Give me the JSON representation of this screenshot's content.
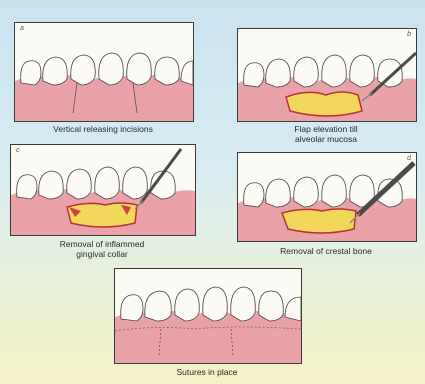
{
  "panels": [
    {
      "letter": "a",
      "caption": "Vertical releasing incisions"
    },
    {
      "letter": "b",
      "caption_line1": "Flap elevation till",
      "caption_line2": "alveolar mucosa"
    },
    {
      "letter": "c",
      "caption_line1": "Removal of inflammed",
      "caption_line2": "gingival collar"
    },
    {
      "letter": "d",
      "caption": "Removal of crestal bone"
    },
    {
      "caption": "Sutures in place"
    }
  ],
  "colors": {
    "gingiva": "#e9a3a8",
    "tooth": "#fbfaf4",
    "bone": "#f2d85a",
    "inflamed": "#c9463f",
    "instrument": "#4a4a4a"
  }
}
